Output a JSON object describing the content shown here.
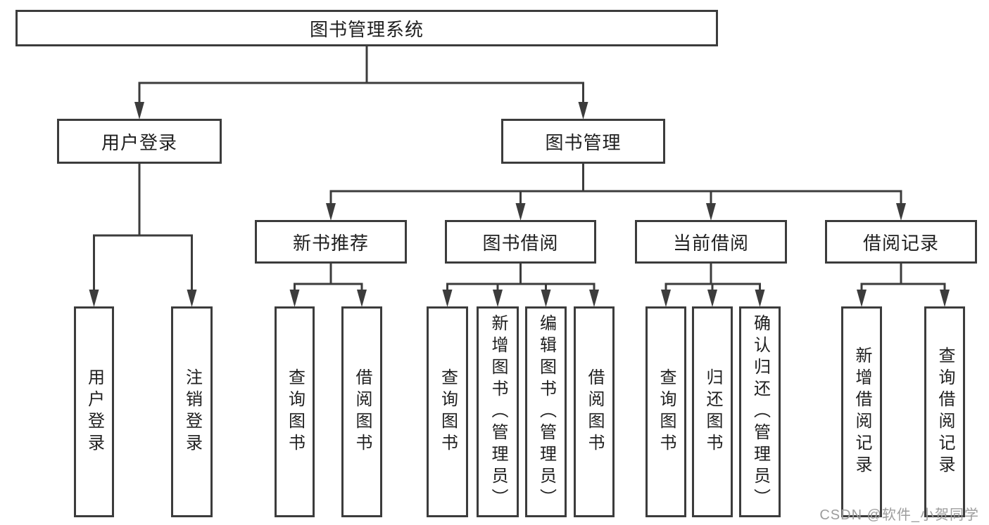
{
  "diagram": {
    "type": "tree",
    "title": "图书管理系统"
  },
  "colors": {
    "line": "#3c3c3c",
    "box_border": "#3c3c3c",
    "text": "#1f1f1f",
    "watermark": "#9d9d9d",
    "background": "#ffffff"
  },
  "watermark": {
    "text": "CSDN @软件_小贺同学"
  },
  "nodes": [
    {
      "id": "root",
      "label": "图书管理系统",
      "parent": null
    },
    {
      "id": "login",
      "label": "用户登录",
      "parent": "root"
    },
    {
      "id": "mgmt",
      "label": "图书管理",
      "parent": "root"
    },
    {
      "id": "newbook",
      "label": "新书推荐",
      "parent": "mgmt"
    },
    {
      "id": "borrow",
      "label": "图书借阅",
      "parent": "mgmt"
    },
    {
      "id": "current",
      "label": "当前借阅",
      "parent": "mgmt"
    },
    {
      "id": "records",
      "label": "借阅记录",
      "parent": "mgmt"
    },
    {
      "id": "login-user",
      "label": "用户登录",
      "parent": "login"
    },
    {
      "id": "login-logout",
      "label": "注销登录",
      "parent": "login"
    },
    {
      "id": "newbook-query",
      "label": "查询图书",
      "parent": "newbook"
    },
    {
      "id": "newbook-borrow",
      "label": "借阅图书",
      "parent": "newbook"
    },
    {
      "id": "borrow-query",
      "label": "查询图书",
      "parent": "borrow"
    },
    {
      "id": "borrow-add",
      "label": "新增图书（管理员）",
      "parent": "borrow"
    },
    {
      "id": "borrow-edit",
      "label": "编辑图书（管理员）",
      "parent": "borrow"
    },
    {
      "id": "borrow-borrow",
      "label": "借阅图书",
      "parent": "borrow"
    },
    {
      "id": "current-query",
      "label": "查询图书",
      "parent": "current"
    },
    {
      "id": "current-return",
      "label": "归还图书",
      "parent": "current"
    },
    {
      "id": "current-confirm",
      "label": "确认归还（管理员）",
      "parent": "current"
    },
    {
      "id": "records-add",
      "label": "新增借阅记录",
      "parent": "records"
    },
    {
      "id": "records-query",
      "label": "查询借阅记录",
      "parent": "records"
    }
  ]
}
